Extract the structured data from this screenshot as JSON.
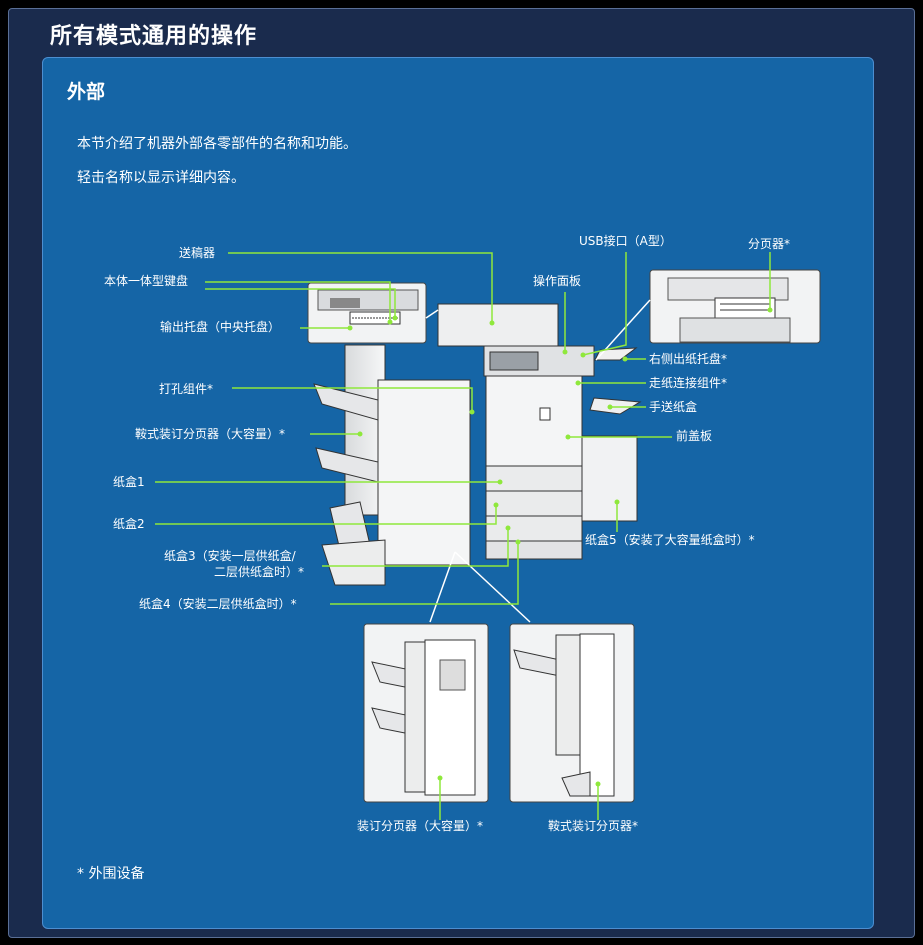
{
  "header": {
    "title": "所有模式通用的操作"
  },
  "section": {
    "title": "外部",
    "intro_line1": "本节介绍了机器外部各零部件的名称和功能。",
    "intro_line2": "轻击名称以显示详细内容。"
  },
  "labels": {
    "document_feeder": "送稿器",
    "keyboard": "本体一体型键盘",
    "output_tray": "输出托盘（中央托盘）",
    "punch_module": "打孔组件*",
    "saddle_finisher_large": "鞍式装订分页器（大容量）*",
    "tray1": "纸盒1",
    "tray2": "纸盒2",
    "tray3_line1": "纸盒3（安装一层供纸盒/",
    "tray3_line2": "二层供纸盒时）*",
    "tray4": "纸盒4（安装二层供纸盒时）*",
    "usb_port": "USB接口（A型）",
    "job_separator": "分页器*",
    "operation_panel": "操作面板",
    "right_output_tray": "右侧出纸托盘*",
    "paper_pass_unit": "走纸连接组件*",
    "bypass_tray": "手送纸盒",
    "front_cover": "前盖板",
    "tray5": "纸盒5（安装了大容量纸盒时）*",
    "finisher_large": "装订分页器（大容量）*",
    "saddle_finisher": "鞍式装订分页器*"
  },
  "footnote": "* 外围设备",
  "colors": {
    "page_bg": "#1a2b4d",
    "panel_bg": "#1565a6",
    "leader_line": "#8fe83c",
    "text": "#ffffff"
  }
}
